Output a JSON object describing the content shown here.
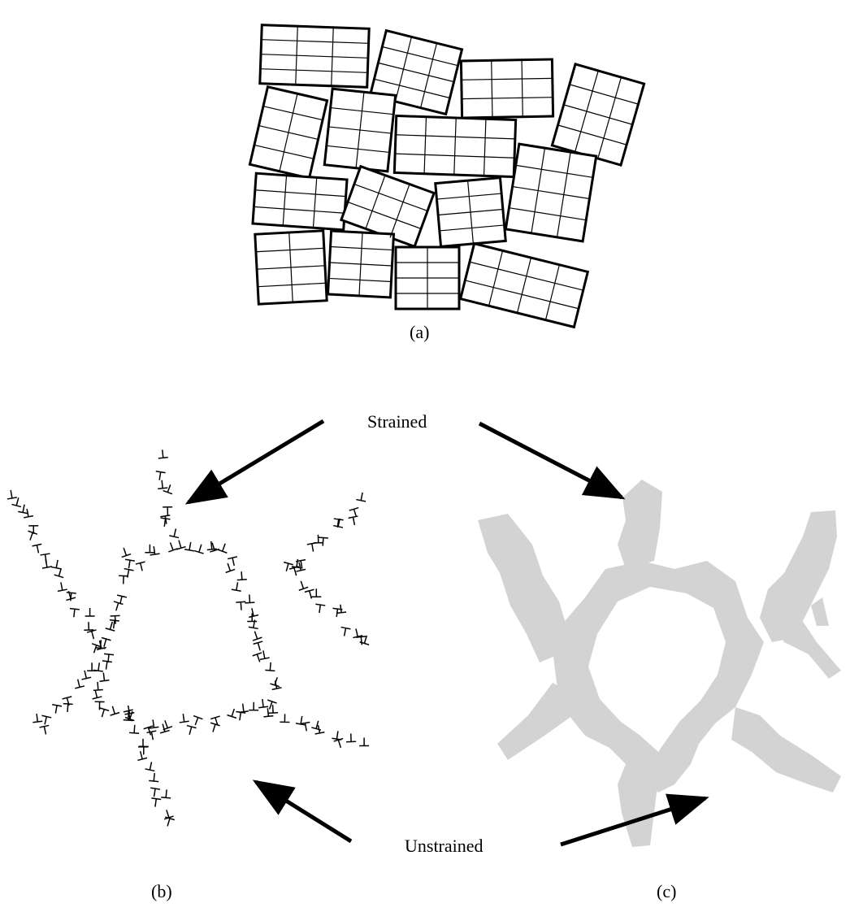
{
  "labels": {
    "a": "(a)",
    "b": "(b)",
    "c": "(c)",
    "strained": "Strained",
    "unstrained": "Unstrained"
  },
  "colors": {
    "ink": "#000000",
    "cell_fill": "#d3d3d3",
    "background": "#ffffff"
  },
  "symbols": {
    "dislocation_up": "⊤",
    "dislocation_down": "⊥"
  }
}
